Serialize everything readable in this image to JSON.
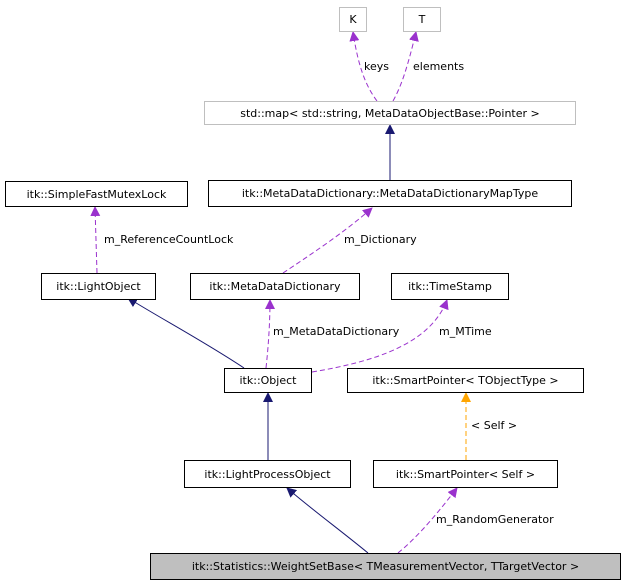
{
  "nodes": {
    "k": "K",
    "t": "T",
    "std_map": "std::map< std::string, MetaDataObjectBase::Pointer >",
    "simple_fast_mutex_lock": "itk::SimpleFastMutexLock",
    "metadata_dictionary_map_type": "itk::MetaDataDictionary::MetaDataDictionaryMapType",
    "light_object": "itk::LightObject",
    "metadata_dictionary": "itk::MetaDataDictionary",
    "time_stamp": "itk::TimeStamp",
    "object": "itk::Object",
    "smart_pointer_tobjecttype": "itk::SmartPointer< TObjectType >",
    "light_process_object": "itk::LightProcessObject",
    "smart_pointer_self": "itk::SmartPointer< Self >",
    "weight_set_base": "itk::Statistics::WeightSetBase< TMeasurementVector, TTargetVector >"
  },
  "edge_labels": {
    "keys": "keys",
    "elements": "elements",
    "reference_count_lock": "m_ReferenceCountLock",
    "dictionary": "m_Dictionary",
    "metadata_dictionary": "m_MetaDataDictionary",
    "mtime": "m_MTime",
    "self_template": "< Self >",
    "random_generator": "m_RandomGenerator"
  },
  "colors": {
    "inheritance": "#191970",
    "member_usage": "#9a32cd",
    "template_instance": "#ffa500",
    "highlight_fill": "#bfbfbf",
    "gray_border": "#bfbfbf"
  }
}
